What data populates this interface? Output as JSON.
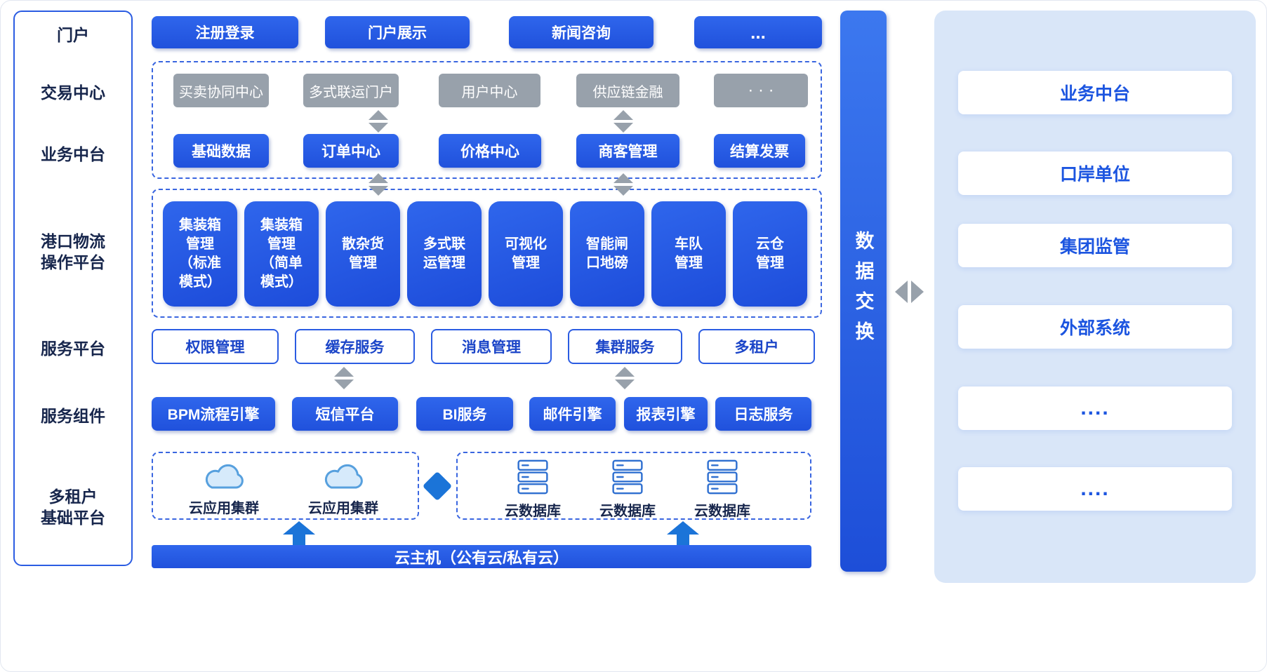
{
  "sidebar": {
    "labels": [
      "门户",
      "交易中心",
      "业务中台",
      "港口物流\n操作平台",
      "服务平台",
      "服务组件",
      "多租户\n基础平台"
    ]
  },
  "portal": {
    "items": [
      "注册登录",
      "门户展示",
      "新闻咨询",
      "..."
    ]
  },
  "trade_center": {
    "items": [
      "买卖协同中心",
      "多式联运门户",
      "用户中心",
      "供应链金融",
      "· · ·"
    ]
  },
  "biz_middle": {
    "items": [
      "基础数据",
      "订单中心",
      "价格中心",
      "商客管理",
      "结算发票"
    ]
  },
  "port_platform": {
    "items": [
      "集装箱\n管理\n（标准\n模式）",
      "集装箱\n管理\n（简单\n模式）",
      "散杂货\n管理",
      "多式联\n运管理",
      "可视化\n管理",
      "智能闸\n口地磅",
      "车队\n管理",
      "云仓\n管理"
    ]
  },
  "services": {
    "items": [
      "权限管理",
      "缓存服务",
      "消息管理",
      "集群服务",
      "多租户"
    ]
  },
  "components": {
    "items": [
      "BPM流程引擎",
      "短信平台",
      "BI服务",
      "邮件引擎",
      "报表引擎",
      "日志服务"
    ]
  },
  "infrastructure": {
    "cloud_clusters": [
      "云应用集群",
      "云应用集群"
    ],
    "databases": [
      "云数据库",
      "云数据库",
      "云数据库"
    ],
    "host": "云主机（公有云/私有云）"
  },
  "data_exchange": {
    "label": "数据交换"
  },
  "external": {
    "items": [
      "业务中台",
      "口岸单位",
      "集团监管",
      "外部系统",
      "....",
      "...."
    ]
  },
  "colors": {
    "primary_blue": "#2356e0",
    "accent_blue": "#1b74d8",
    "gray": "#98a1ab",
    "dashed_border": "#3a66e0",
    "panel_bg": "#d9e6f8",
    "text_navy": "#17264c"
  }
}
